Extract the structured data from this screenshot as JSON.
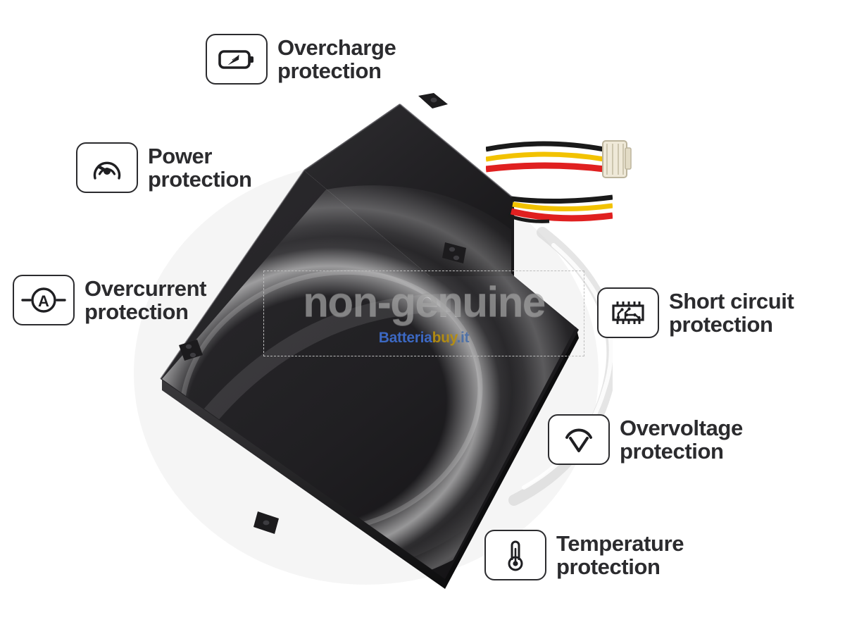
{
  "page": {
    "background_color": "#ffffff",
    "text_color": "#2b2b2e"
  },
  "features": [
    {
      "id": "overcharge",
      "icon": "battery-bolt-icon",
      "label": "Overcharge\nprotection"
    },
    {
      "id": "power",
      "icon": "gauge-icon",
      "label": "Power\nprotection"
    },
    {
      "id": "overcurrent",
      "icon": "ammeter-icon",
      "label": "Overcurrent\nprotection"
    },
    {
      "id": "short-circuit",
      "icon": "microchip-icon",
      "label": "Short circuit\nprotection"
    },
    {
      "id": "overvoltage",
      "icon": "voltmeter-v-icon",
      "label": "Overvoltage\nprotection"
    },
    {
      "id": "temperature",
      "icon": "thermometer-icon",
      "label": "Temperature\nprotection"
    }
  ],
  "watermark": {
    "text": "non-genuine",
    "text_color": "#969696",
    "logo_part1": "Batteria",
    "logo_part2": "buy",
    "logo_part3": ".it",
    "logo_color1": "#3f6fd0",
    "logo_color2": "#b8900f",
    "logo_color3": "#4a6fa8"
  },
  "product": {
    "name": "laptop-battery",
    "body_color": "#201f21",
    "wire_colors": {
      "black": "#1a1a1a",
      "yellow": "#f2c200",
      "red": "#e02020",
      "connector": "#efe9d8"
    }
  }
}
